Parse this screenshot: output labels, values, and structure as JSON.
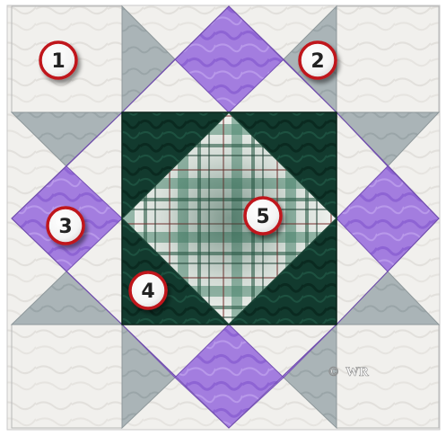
{
  "badges": {
    "one": "1",
    "two": "2",
    "three": "3",
    "four": "4",
    "five": "5"
  },
  "copyright": {
    "symbol": "©",
    "initials": "WR"
  },
  "colors": {
    "background_cream": "#f0efec",
    "gray_blue": "#a9b3b6",
    "purple": "#a67fe0",
    "dark_green": "#123a2e",
    "plaid_green": "#2f6b55",
    "plaid_light": "#f2f4f0",
    "badge_red": "#c0141b",
    "seam": "#9aa0a0"
  }
}
